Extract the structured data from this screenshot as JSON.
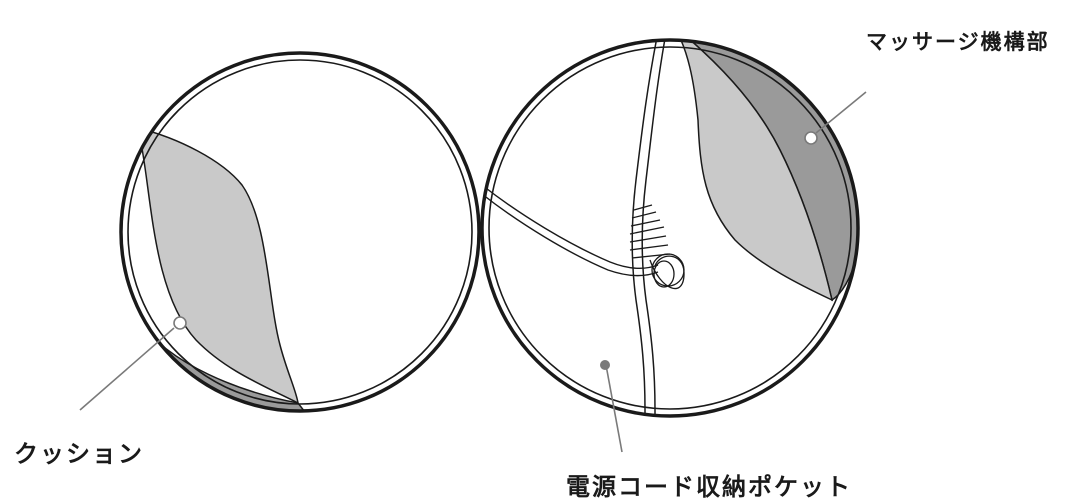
{
  "labels": {
    "cushion": "クッション",
    "massage_mechanism": "マッサージ機構部",
    "cord_pocket": "電源コード収納ポケット"
  },
  "colors": {
    "outline": "#1a1a1a",
    "light_fill": "#c9c9c9",
    "dark_fill": "#9a9a9a",
    "leader": "#7a7a7a",
    "background": "#ffffff"
  }
}
